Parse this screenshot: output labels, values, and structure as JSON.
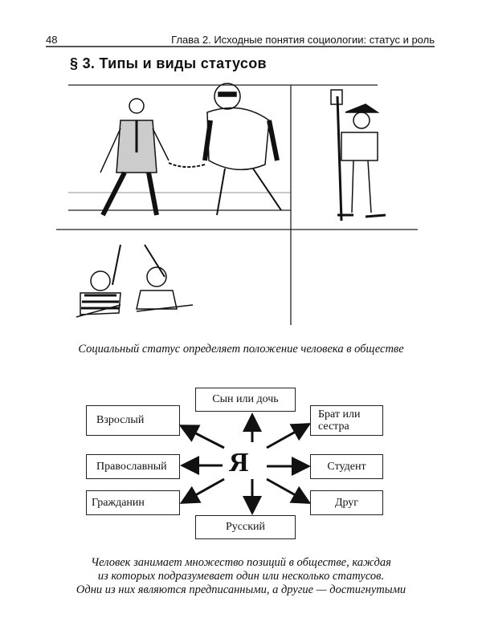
{
  "header": {
    "page_number": "48",
    "running_head": "Глава 2. Исходные понятия социологии: статус и роль"
  },
  "section_title": "§ 3. Типы и виды статусов",
  "illustration_caption": "Социальный статус определяет положение человека в обществе",
  "diagram": {
    "center": "Я",
    "top": "Сын или дочь",
    "bottom": "Русский",
    "left": [
      "Взрослый",
      "Православный",
      "Гражданин"
    ],
    "right_top_lines": [
      "Брат или",
      "сестра"
    ],
    "right": [
      "Студент",
      "Друг"
    ]
  },
  "diagram_caption": [
    "Человек занимает множество позиций в обществе, каждая",
    "из которых подразумевает один или несколько статусов.",
    "Одни из них являются предписанными, а другие — достигнутыми"
  ]
}
